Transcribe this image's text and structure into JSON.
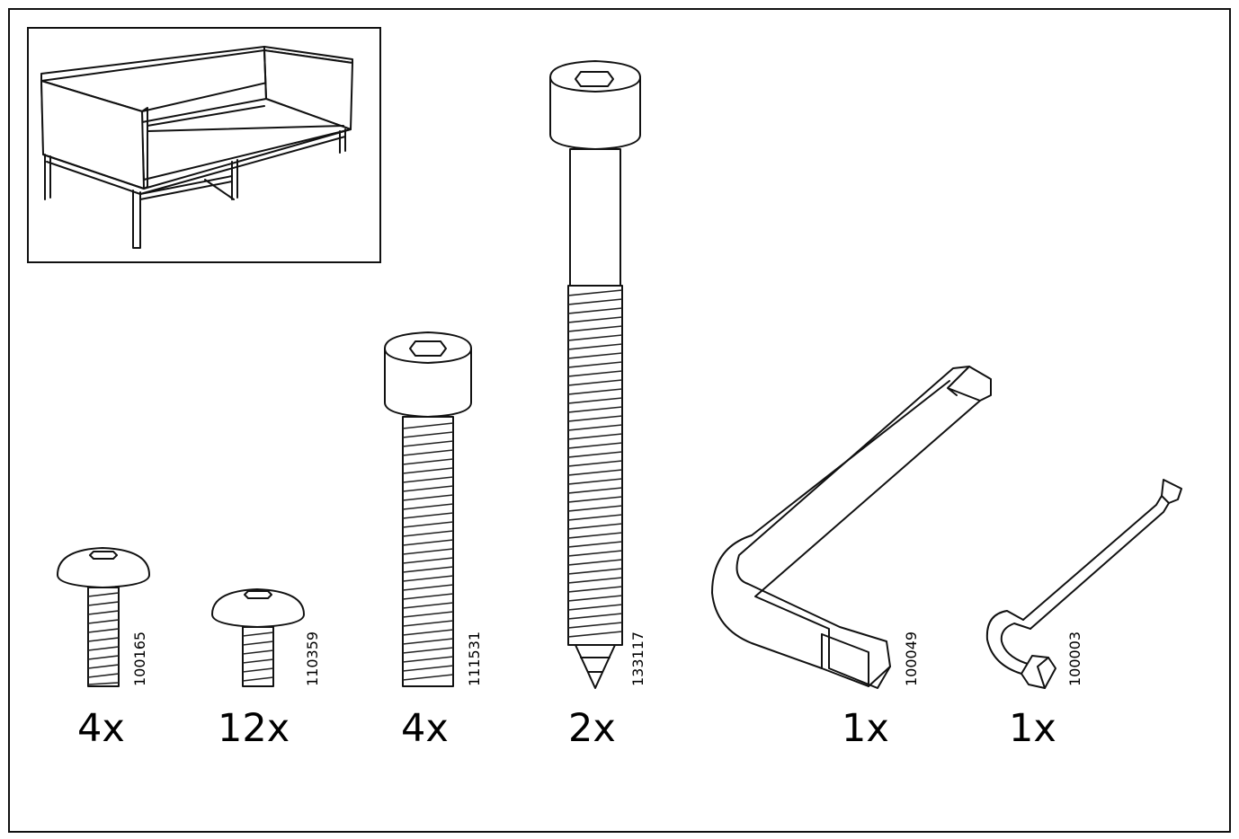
{
  "illustration": {
    "subject": "sofa-overview-icon",
    "line_color": "#111111",
    "background": "#ffffff"
  },
  "parts": [
    {
      "quantity": "4x",
      "code": "100165",
      "icon": "button-head-screw-small-icon"
    },
    {
      "quantity": "12x",
      "code": "110359",
      "icon": "button-head-screw-short-icon"
    },
    {
      "quantity": "4x",
      "code": "111531",
      "icon": "socket-cap-screw-icon"
    },
    {
      "quantity": "2x",
      "code": "133117",
      "icon": "long-socket-bolt-icon"
    },
    {
      "quantity": "1x",
      "code": "100049",
      "icon": "large-allen-key-icon"
    },
    {
      "quantity": "1x",
      "code": "100003",
      "icon": "small-allen-key-icon"
    }
  ]
}
